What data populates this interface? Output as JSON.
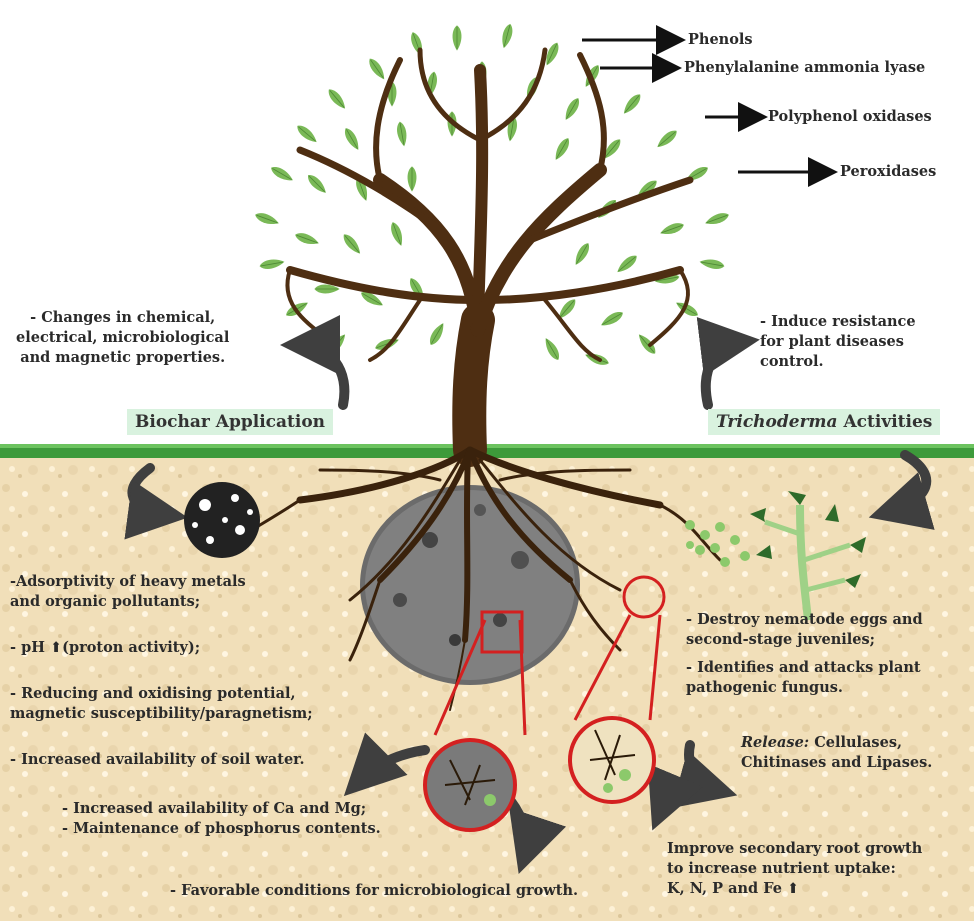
{
  "enzymes": [
    "Phenols",
    "Phenylalanine ammonia lyase",
    "Polyphenol oxidases",
    "Peroxidases"
  ],
  "biochar": {
    "title": "Biochar Application",
    "properties": "- Changes in chemical,\nelectrical, microbiological\nand magnetic properties.",
    "effects": [
      "-Adsorptivity of heavy metals\nand organic pollutants;",
      "- pH ⬆(proton activity);",
      "- Reducing and oxidising potential,\nmagnetic susceptibility/paragnetism;",
      "- Increased availability of soil water."
    ],
    "soil_effects": "- Increased availability of Ca and Mg;\n- Maintenance of phosphorus contents.",
    "microbial": "- Favorable conditions for microbiological growth."
  },
  "trichoderma": {
    "title_italic": "Trichoderma",
    "title_rest": " Activities",
    "resistance": "- Induce resistance\nfor plant diseases\ncontrol.",
    "effects": [
      "- Destroy nematode eggs and\nsecond-stage juveniles;",
      "- Identifies and attacks plant\npathogenic fungus."
    ],
    "release_label": "Release:",
    "release_text": " Cellulases,\nChitinases and Lipases.",
    "root_growth": "Improve secondary root growth\nto increase nutrient uptake:\nK, N, P and Fe ⬆"
  },
  "colors": {
    "soil": "#f1dfb9",
    "grass": "#3d9a3a",
    "tree": "#4e2e12",
    "leaf": "#7ab957",
    "highlight": "#d9f2df",
    "zoom": "#d42020"
  }
}
